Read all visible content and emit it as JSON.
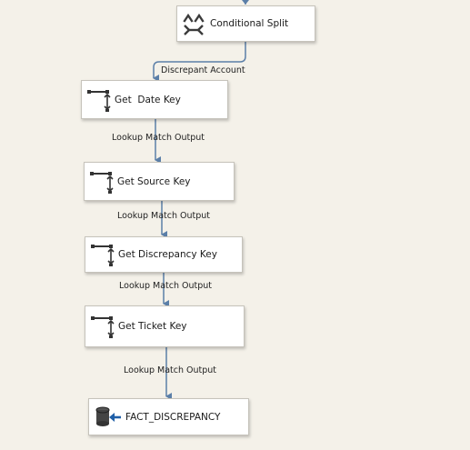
{
  "nodes": {
    "conditional_split": {
      "label": "Conditional Split",
      "icon": "conditional-split-icon"
    },
    "get_date_key": {
      "label": "Get  Date Key",
      "icon": "lookup-icon"
    },
    "get_source_key": {
      "label": "Get Source Key",
      "icon": "lookup-icon"
    },
    "get_discrepancy_key": {
      "label": "Get Discrepancy Key",
      "icon": "lookup-icon"
    },
    "get_ticket_key": {
      "label": "Get Ticket Key",
      "icon": "lookup-icon"
    },
    "fact_discrepancy": {
      "label": "FACT_DISCREPANCY",
      "icon": "ole-db-destination-icon"
    }
  },
  "connections": [
    {
      "label": "Discrepant Account"
    },
    {
      "label": "Lookup Match Output"
    },
    {
      "label": "Lookup Match Output"
    },
    {
      "label": "Lookup Match Output"
    },
    {
      "label": "Lookup Match Output"
    }
  ],
  "colors": {
    "canvas": "#f4f1e9",
    "connector": "#5b7fa8",
    "node_border": "#c6c3bb"
  }
}
